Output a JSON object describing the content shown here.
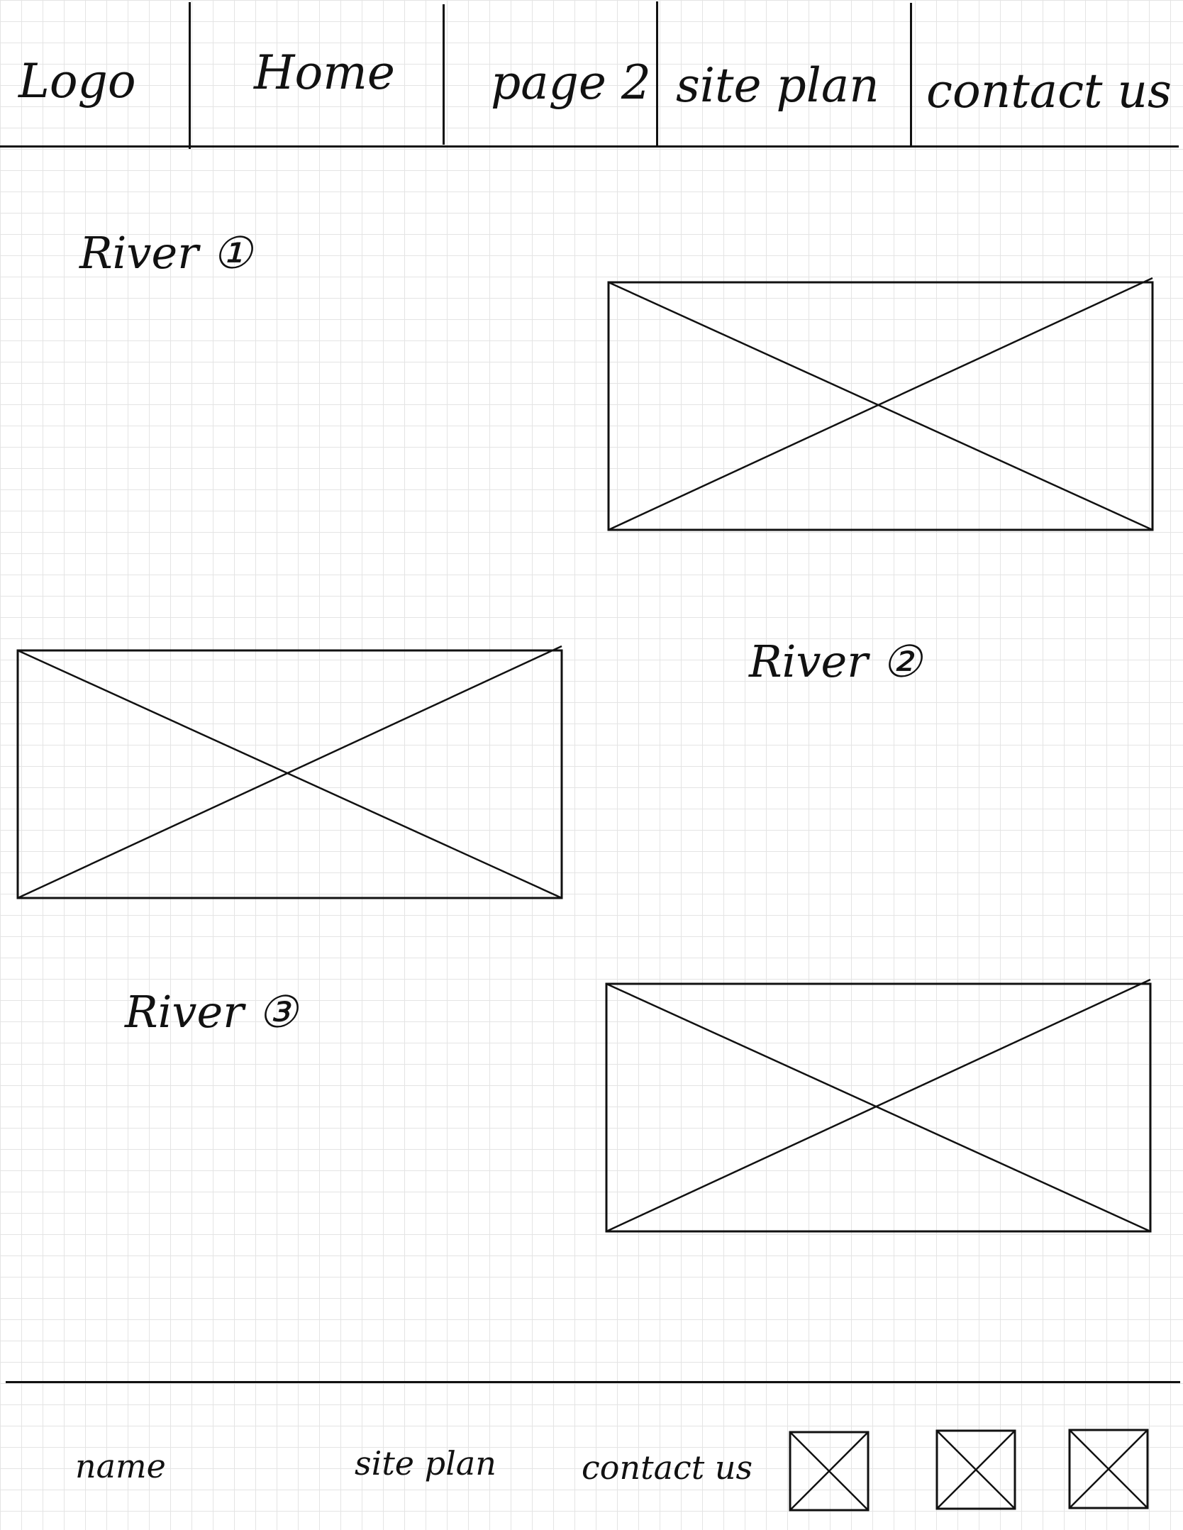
{
  "header": {
    "logo": "Logo",
    "nav": [
      {
        "label": "Home"
      },
      {
        "label": "page 2"
      },
      {
        "label": "site plan"
      },
      {
        "label": "contact us"
      }
    ]
  },
  "main": {
    "sections": [
      {
        "title": "River ①"
      },
      {
        "title": "River ②"
      },
      {
        "title": "River ③"
      }
    ]
  },
  "footer": {
    "name": "name",
    "links": [
      {
        "label": "site plan"
      },
      {
        "label": "contact us"
      }
    ]
  },
  "icons": {
    "image_placeholder": "image-placeholder-icon",
    "social_placeholder": "social-placeholder-icon"
  }
}
